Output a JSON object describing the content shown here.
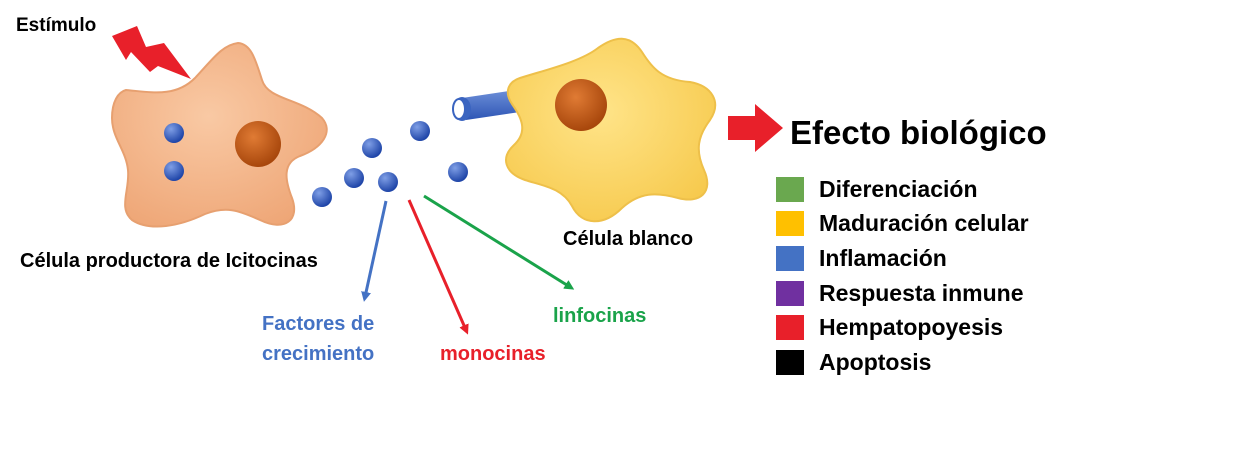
{
  "labels": {
    "stimulus": "Estímulo",
    "producer_cell": "Célula productora de Icitocinas",
    "target_cell": "Célula blanco",
    "growth_factors_line1": "Factores de",
    "growth_factors_line2": "crecimiento",
    "monokines": "monocinas",
    "lymphokines": "linfocinas",
    "biological_effect": "Efecto biológico"
  },
  "legend": [
    {
      "label": "Diferenciación",
      "color": "#6aa84f"
    },
    {
      "label": "Maduración celular",
      "color": "#ffc000"
    },
    {
      "label": "Inflamación",
      "color": "#4472c4"
    },
    {
      "label": "Respuesta inmune",
      "color": "#7030a0"
    },
    {
      "label": "Hempatopoyesis",
      "color": "#e8202a"
    },
    {
      "label": "Apoptosis",
      "color": "#000000"
    }
  ],
  "colors": {
    "growth_factors": "#4472c4",
    "monokines": "#e8202a",
    "lymphokines": "#1aa34a",
    "producer_cell": "#f4b183",
    "target_cell": "#ffd966",
    "nucleus": "#c55a11",
    "cytokine": "#3a64c0",
    "stimulus_bolt": "#e8202a"
  }
}
